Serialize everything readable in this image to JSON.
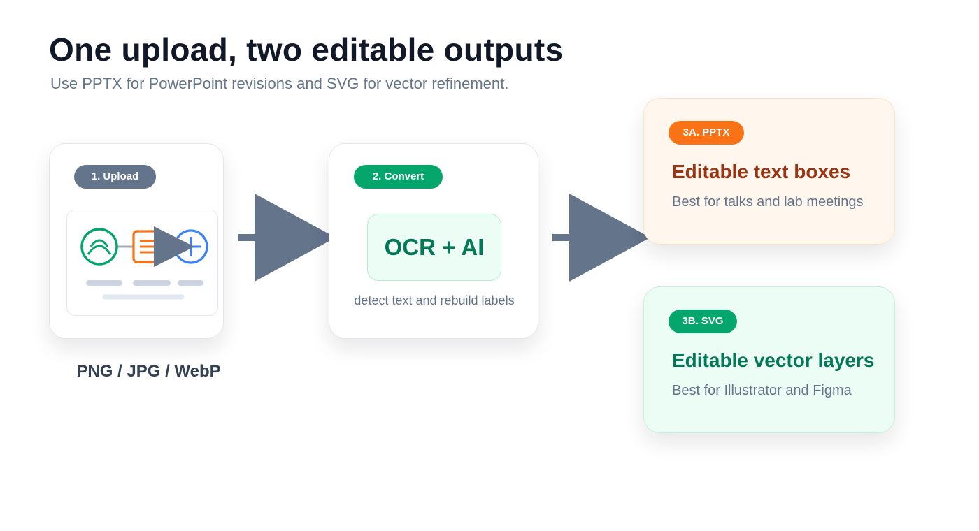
{
  "header": {
    "title": "One upload, two editable outputs",
    "subtitle": "Use PPTX for PowerPoint revisions and SVG for vector refinement."
  },
  "steps": {
    "upload": {
      "badge": "1. Upload",
      "formats": "PNG / JPG / WebP",
      "preview_icons": [
        "green-arch-icon",
        "orange-box-icon",
        "blue-plus-icon"
      ]
    },
    "convert": {
      "badge": "2. Convert",
      "engine": "OCR + AI",
      "note": "detect text and rebuild labels"
    }
  },
  "outputs": [
    {
      "badge": "3A. PPTX",
      "title": "Editable text boxes",
      "description": "Best for talks and lab meetings",
      "accent": "#f97316"
    },
    {
      "badge": "3B. SVG",
      "title": "Editable vector layers",
      "description": "Best for Illustrator and Figma",
      "accent": "#05a66b"
    }
  ],
  "colors": {
    "title": "#111827",
    "muted": "#64748b",
    "arrow": "#64748b",
    "green": "#05a66b",
    "orange": "#f97316",
    "blue": "#3b82f6"
  }
}
